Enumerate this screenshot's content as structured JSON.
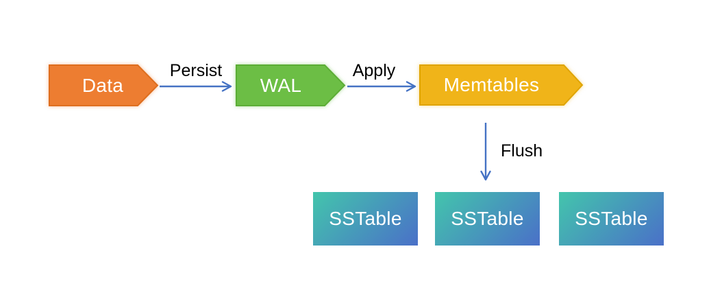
{
  "diagram": {
    "background_color": "#FFFFFF",
    "nodes": {
      "data": {
        "label": "Data",
        "fill": "#ED7D31",
        "stroke": "#DE6E1E",
        "text_color": "#FFFFFF",
        "shape": "pentagon-arrow"
      },
      "wal": {
        "label": "WAL",
        "fill": "#6CBE45",
        "stroke": "#5CAD36",
        "text_color": "#FFFFFF",
        "shape": "pentagon-arrow"
      },
      "memtables": {
        "label": "Memtables",
        "fill": "#F0B419",
        "stroke": "#DFA400",
        "text_color": "#FFFFFF",
        "shape": "pentagon-arrow"
      },
      "sstables": {
        "labels": [
          "SSTable",
          "SSTable",
          "SSTable"
        ],
        "gradient_start": "#43C5AC",
        "gradient_end": "#4A70C8",
        "text_color": "#FFFFFF",
        "shape": "rectangle"
      }
    },
    "edges": {
      "arrow_color": "#4472C4",
      "label_color": "#000000",
      "persist": {
        "label": "Persist",
        "from": "Data",
        "to": "WAL"
      },
      "apply": {
        "label": "Apply",
        "from": "WAL",
        "to": "Memtables"
      },
      "flush": {
        "label": "Flush",
        "from": "Memtables",
        "to": "SSTable"
      }
    }
  }
}
